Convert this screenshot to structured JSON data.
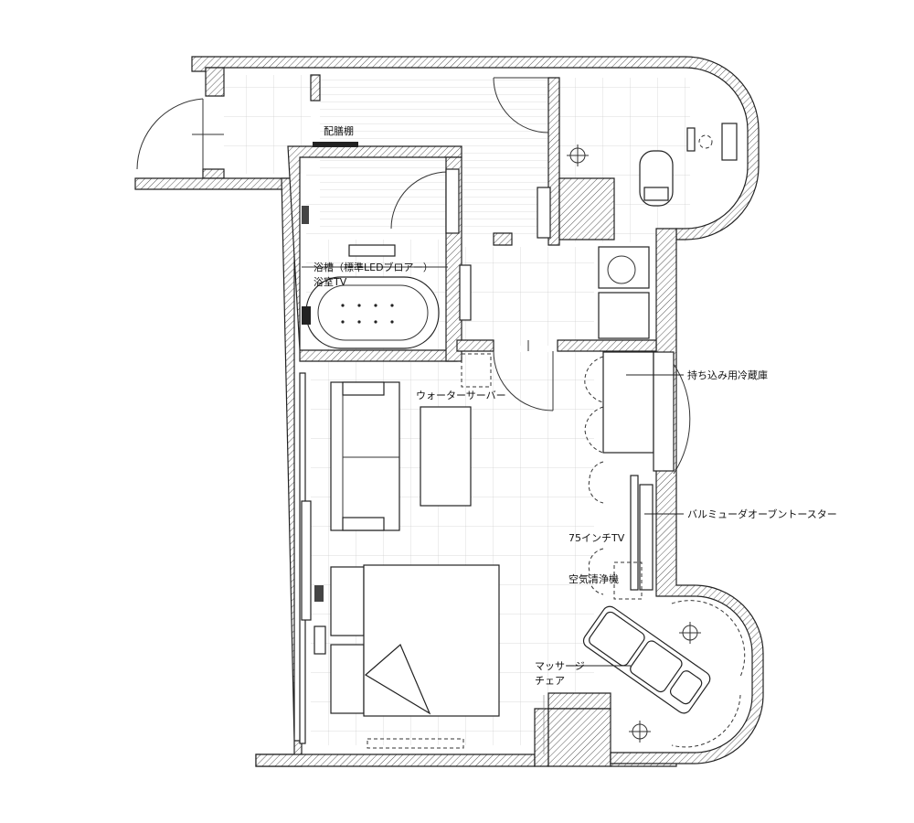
{
  "labels": {
    "pantry_shelf": "配膳棚",
    "bathtub": "浴槽（標準LEDブロアー）",
    "bathroom_tv": "浴室TV",
    "water_server": "ウォーターサーバー",
    "fridge": "持ち込み用冷蔵庫",
    "toaster": "バルミューダオーブントースター",
    "tv": "75インチTV",
    "air_purifier": "空気清浄機",
    "massage_chair_line1": "マッサージ",
    "massage_chair_line2": "チェア"
  },
  "colors": {
    "line": "#222222",
    "hatch": "#555555",
    "tile": "#cfcfcf",
    "background": "#ffffff"
  }
}
